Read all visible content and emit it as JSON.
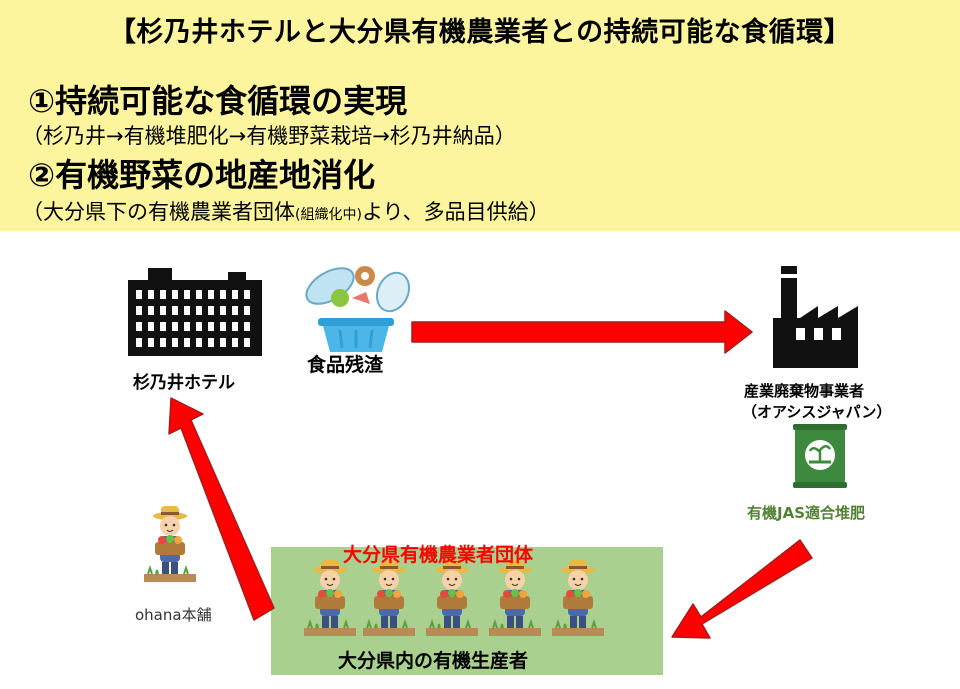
{
  "title": "【杉乃井ホテルと大分県有機農業者との持続可能な食循環】",
  "points": [
    {
      "heading": "①持続可能な食循環の実現",
      "detail": "（杉乃井→有機堆肥化→有機野菜栽培→杉乃井納品）"
    },
    {
      "heading": "②有機野菜の地産地消化",
      "detail_pre": "（大分県下の有機農業者団体",
      "detail_small": "(組織化中)",
      "detail_post": "より、多品目供給）"
    }
  ],
  "nodes": {
    "hotel": "杉乃井ホテル",
    "food_waste": "食品残渣",
    "processor_name": "産業廃棄物事業者",
    "processor_company": "（オアシスジャパン）",
    "compost": "有機JAS適合堆肥",
    "group_title": "大分県有機農業者団体",
    "group_members": "大分県内の有機生産者",
    "ohana": "ohana本舗"
  },
  "colors": {
    "header_bg": "#fdf59e",
    "arrow": "#ff0000",
    "group_bg": "#a9d08e",
    "group_title": "#ff0000",
    "compost_text": "#548235"
  },
  "icons": [
    "hotel-building-icon",
    "food-waste-bin-icon",
    "factory-icon",
    "compost-bag-icon",
    "farmer-icon"
  ]
}
